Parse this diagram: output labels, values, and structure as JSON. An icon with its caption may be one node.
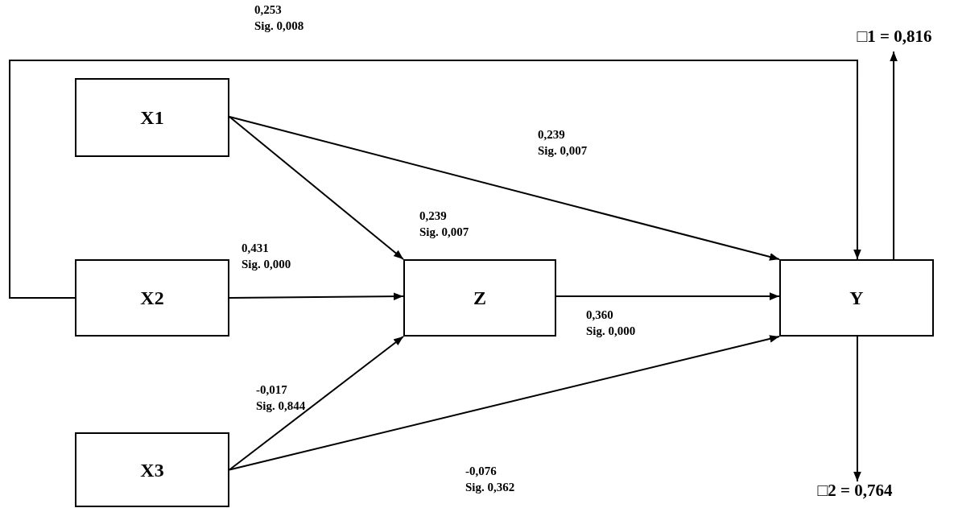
{
  "diagram": {
    "nodes": [
      {
        "text": [
          "X1"
        ]
      },
      {
        "text": [
          "X2"
        ]
      },
      {
        "text": [
          "X3"
        ]
      },
      {
        "text": [
          "Z"
        ]
      },
      {
        "text": [
          "Y"
        ]
      },
      {
        "text": [
          "□1 = 0,816"
        ]
      },
      {
        "text": [
          "□2 = 0,764"
        ]
      }
    ],
    "edges": [
      {
        "from": 1,
        "to": 4,
        "arrow": "to",
        "label": "0,253 Sig. 0,008"
      },
      {
        "from": 0,
        "to": 4,
        "arrow": "to",
        "label": "0,239 Sig. 0,007"
      },
      {
        "from": 0,
        "to": 3,
        "arrow": "to",
        "label": "0,239 Sig. 0,007"
      },
      {
        "from": 1,
        "to": 3,
        "arrow": "to",
        "label": "0,431 Sig. 0,000"
      },
      {
        "from": 2,
        "to": 3,
        "arrow": "to",
        "label": "-0,017 Sig. 0,844"
      },
      {
        "from": 3,
        "to": 4,
        "arrow": "to",
        "label": "0,360 Sig. 0,000"
      },
      {
        "from": 2,
        "to": 4,
        "arrow": "to",
        "label": "-0,076 Sig. 0,362"
      },
      {
        "from": 4,
        "to": 5,
        "arrow": "to"
      },
      {
        "from": 4,
        "to": 6,
        "arrow": "to"
      }
    ]
  }
}
